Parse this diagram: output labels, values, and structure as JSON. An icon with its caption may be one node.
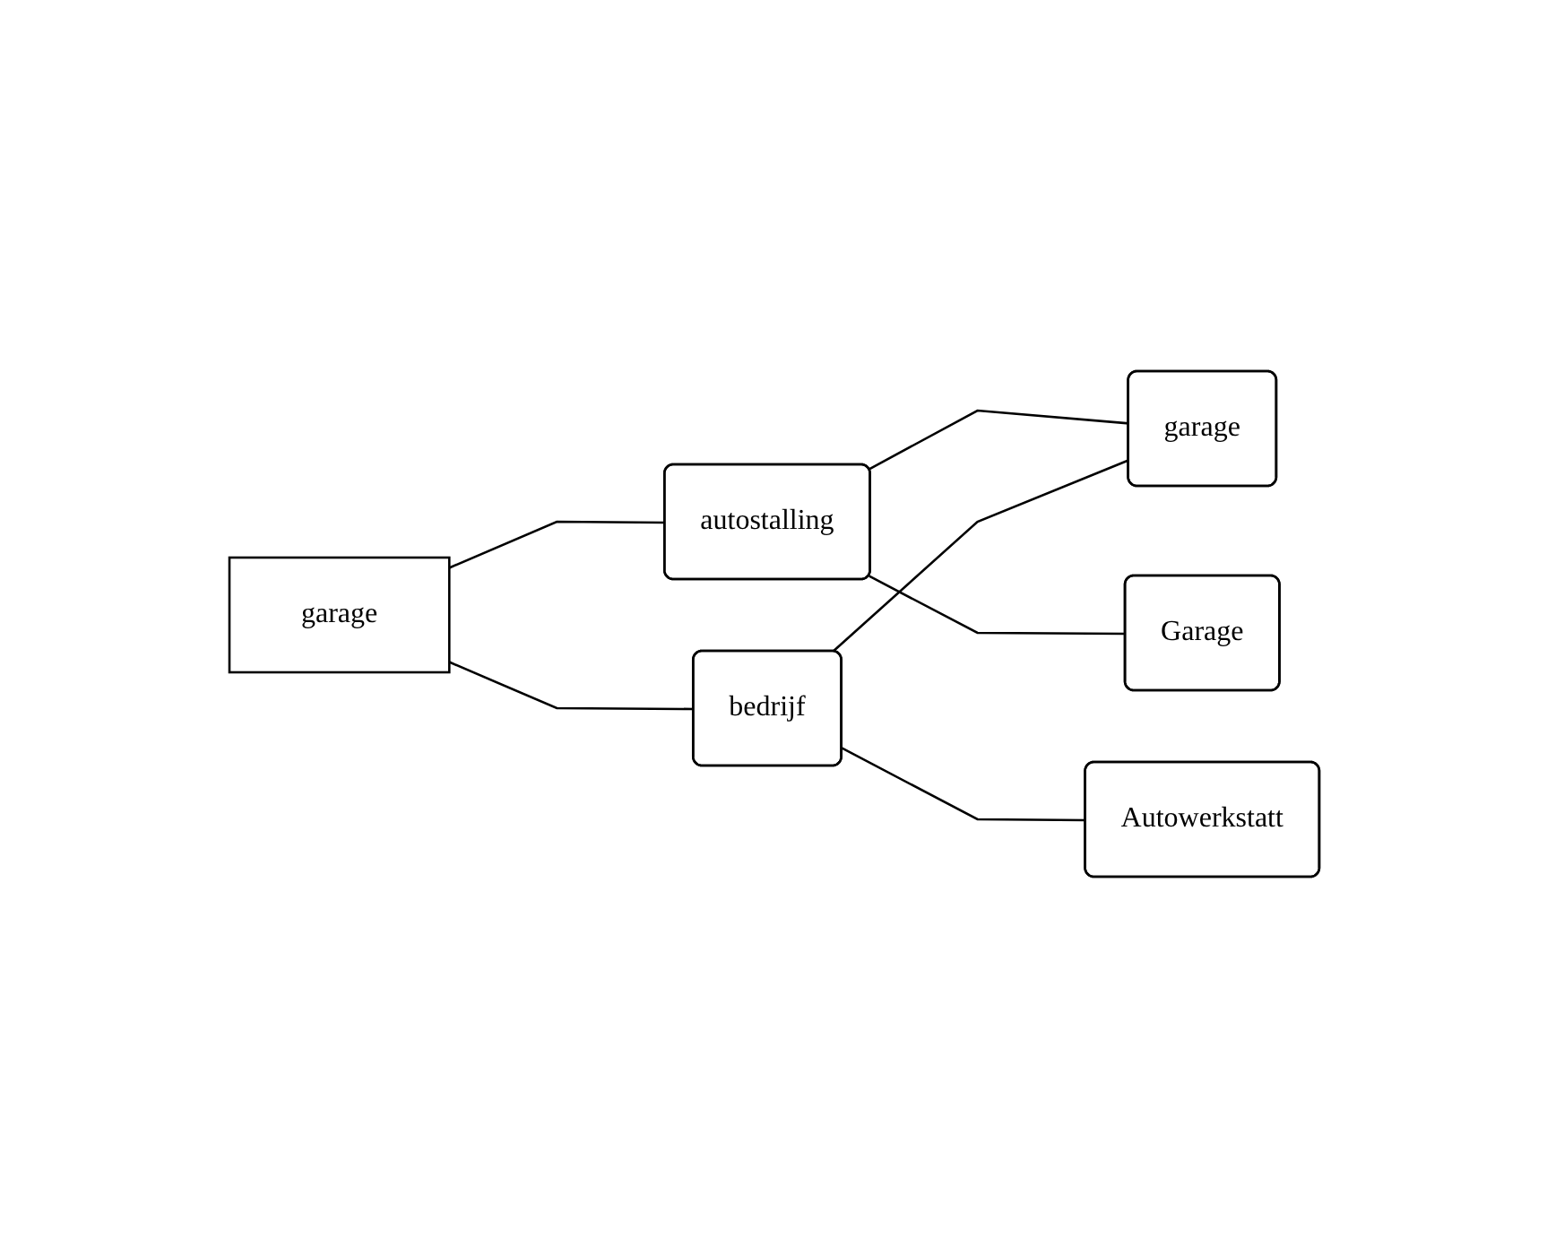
{
  "diagram": {
    "nodes": [
      {
        "text": [
          "garage"
        ]
      },
      {
        "text": [
          "autostalling"
        ]
      },
      {
        "text": [
          "bedrijf"
        ]
      },
      {
        "text": [
          "garage"
        ]
      },
      {
        "text": [
          "Garage"
        ]
      },
      {
        "text": [
          "Autowerkstatt"
        ]
      }
    ],
    "edges": [
      {
        "from": 0,
        "to": 1,
        "arrow": "none"
      },
      {
        "from": 0,
        "to": 2,
        "arrow": "none"
      },
      {
        "from": 1,
        "to": 3,
        "arrow": "none"
      },
      {
        "from": 1,
        "to": 4,
        "arrow": "none"
      },
      {
        "from": 2,
        "to": 3,
        "arrow": "none"
      },
      {
        "from": 2,
        "to": 5,
        "arrow": "none"
      }
    ]
  }
}
